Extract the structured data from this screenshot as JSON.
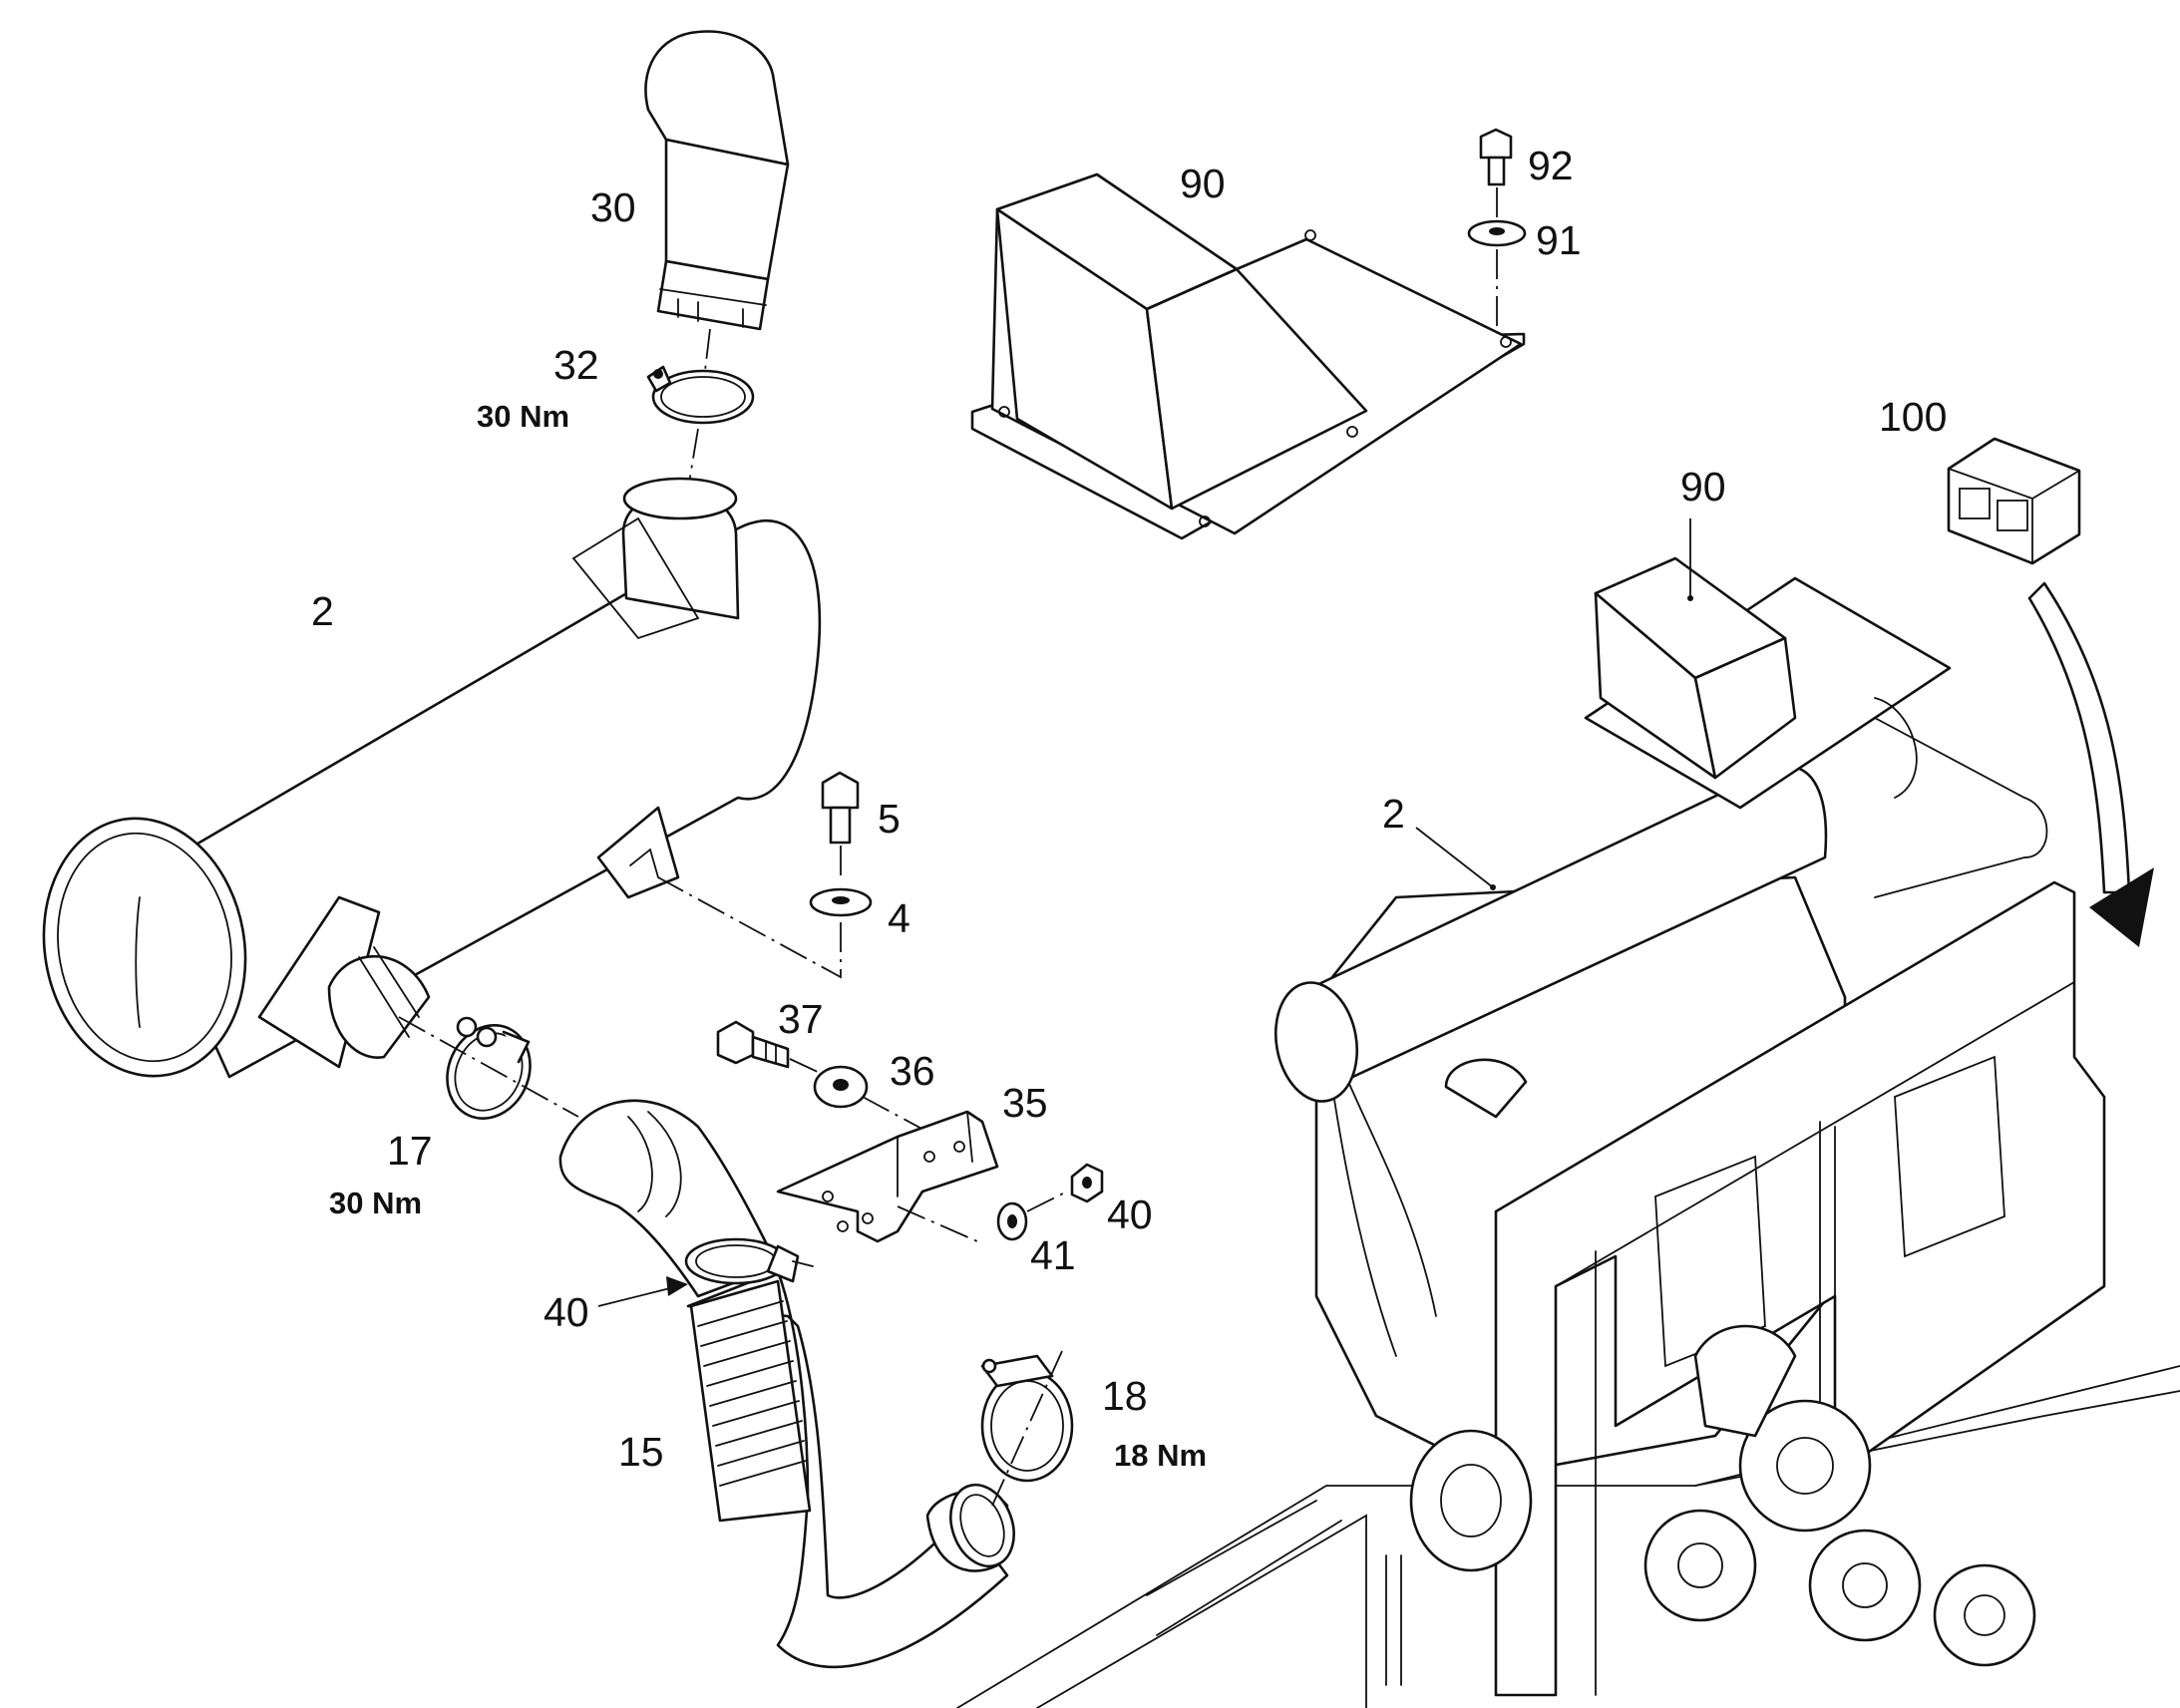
{
  "callouts": {
    "c2_left": "2",
    "c2_right": "2",
    "c4": "4",
    "c5": "5",
    "c15": "15",
    "c17": "17",
    "c18": "18",
    "c30": "30",
    "c32": "32",
    "c35": "35",
    "c36": "36",
    "c37": "37",
    "c40_nut": "40",
    "c40_clamp": "40",
    "c41": "41",
    "c90_top": "90",
    "c90_right": "90",
    "c91": "91",
    "c92": "92",
    "c100": "100"
  },
  "torques": {
    "clamp_32": "30 Nm",
    "clamp_17": "30 Nm",
    "clamp_18": "18 Nm"
  }
}
